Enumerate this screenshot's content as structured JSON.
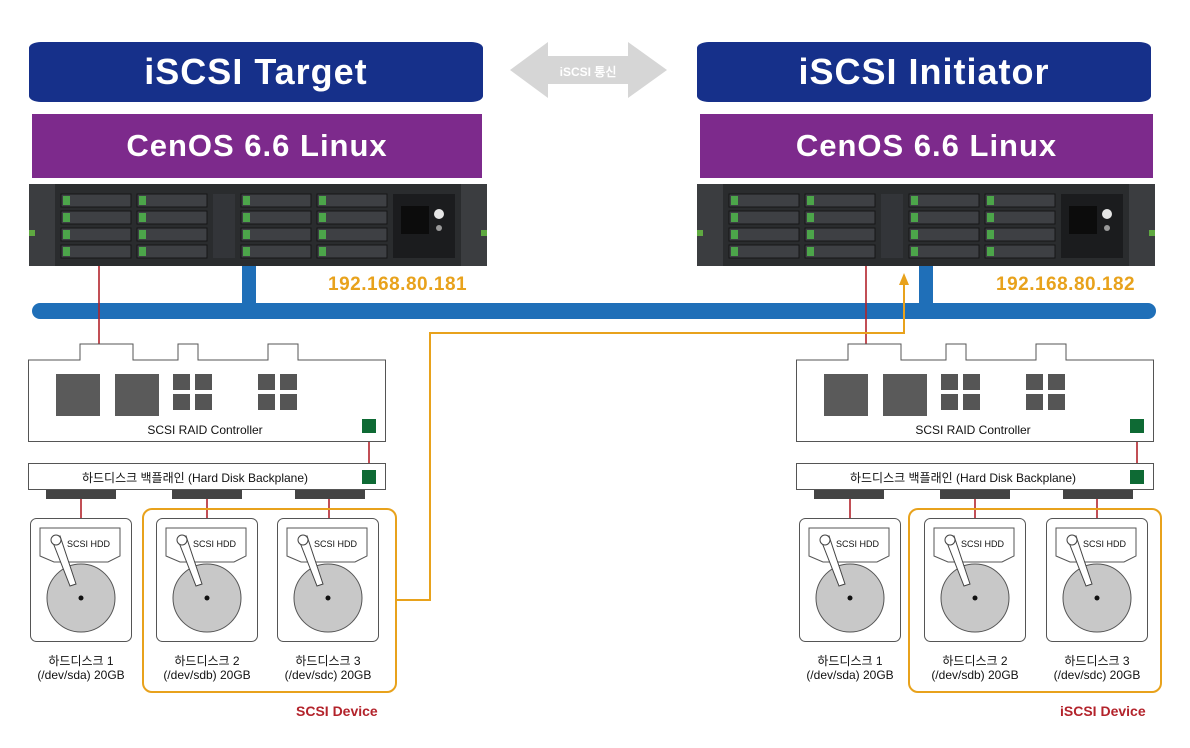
{
  "arrow_label": "iSCSI 통신",
  "target": {
    "title": "iSCSI Target",
    "os": "CenOS 6.6 Linux",
    "ip": "192.168.80.181",
    "controller_label": "SCSI RAID Controller",
    "backplane_label": "하드디스크 백플래인 (Hard Disk Backplane)",
    "disks": [
      {
        "hdd": "SCSI HDD",
        "name": "하드디스크 1",
        "detail": "(/dev/sda) 20GB"
      },
      {
        "hdd": "SCSI HDD",
        "name": "하드디스크 2",
        "detail": "(/dev/sdb) 20GB"
      },
      {
        "hdd": "SCSI HDD",
        "name": "하드디스크 3",
        "detail": "(/dev/sdc) 20GB"
      }
    ],
    "device_label": "SCSI Device"
  },
  "initiator": {
    "title": "iSCSI Initiator",
    "os": "CenOS 6.6 Linux",
    "ip": "192.168.80.182",
    "controller_label": "SCSI RAID Controller",
    "backplane_label": "하드디스크 백플래인 (Hard Disk Backplane)",
    "disks": [
      {
        "hdd": "SCSI HDD",
        "name": "하드디스크 1",
        "detail": "(/dev/sda) 20GB"
      },
      {
        "hdd": "SCSI HDD",
        "name": "하드디스크 2",
        "detail": "(/dev/sdb) 20GB"
      },
      {
        "hdd": "SCSI HDD",
        "name": "하드디스크 3",
        "detail": "(/dev/sdc) 20GB"
      }
    ],
    "device_label": "iSCSI Device"
  },
  "colors": {
    "banner": "#16308a",
    "os_band": "#7d2a8c",
    "network_bus": "#1f6fb8",
    "iscsi_link": "#e8a21c",
    "scsi_link": "#b3232b"
  }
}
